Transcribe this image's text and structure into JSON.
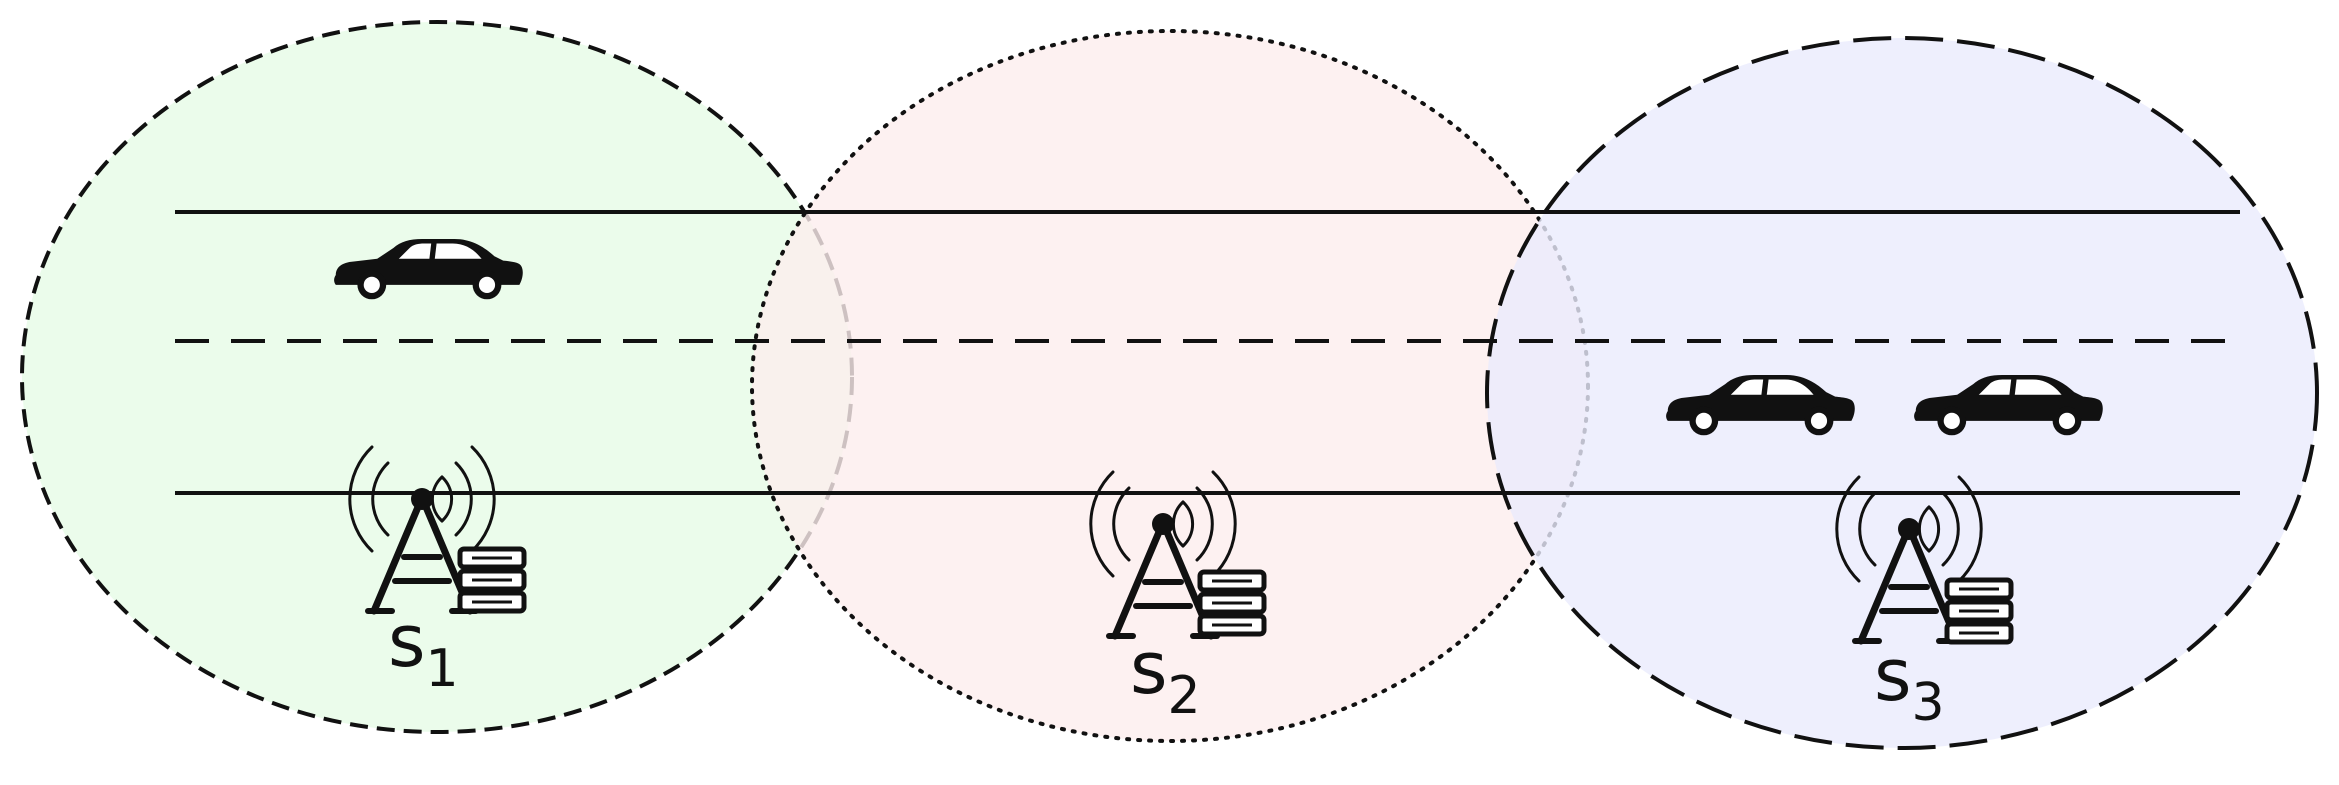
{
  "cells": [
    {
      "id": "s1",
      "base": "s",
      "subscript": "1",
      "fill": "#e9fce9",
      "border_style": "dashed",
      "vehicles": 1
    },
    {
      "id": "s2",
      "base": "s",
      "subscript": "2",
      "fill": "#fdeeee",
      "border_style": "dotted",
      "vehicles": 0
    },
    {
      "id": "s3",
      "base": "s",
      "subscript": "3",
      "fill": "#eaebfc",
      "border_style": "long-dashed",
      "vehicles": 2
    }
  ],
  "road": {
    "lanes": 2,
    "divider_style": "dashed"
  },
  "icons": [
    "car-icon",
    "cell-tower-icon",
    "server-stack-icon"
  ],
  "colors": {
    "stroke": "#111111"
  }
}
